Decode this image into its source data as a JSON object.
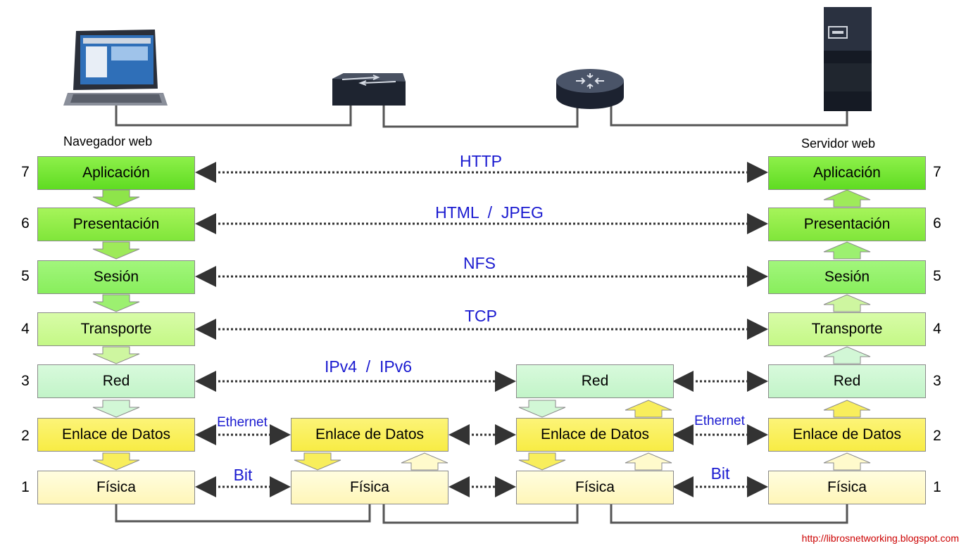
{
  "devices": {
    "browser_label": "Navegador web",
    "server_label": "Servidor web"
  },
  "layers": [
    {
      "num": "7",
      "name": "Aplicación"
    },
    {
      "num": "6",
      "name": "Presentación"
    },
    {
      "num": "5",
      "name": "Sesión"
    },
    {
      "num": "4",
      "name": "Transporte"
    },
    {
      "num": "3",
      "name": "Red"
    },
    {
      "num": "2",
      "name": "Enlace de Datos"
    },
    {
      "num": "1",
      "name": "Física"
    }
  ],
  "protocols": {
    "l7": "HTTP",
    "l6": "HTML  /  JPEG",
    "l5": "NFS",
    "l4": "TCP",
    "l3": "IPv4  /  IPv6",
    "l2_left": "Ethernet",
    "l2_right": "Ethernet",
    "l1_left": "Bit",
    "l1_right": "Bit"
  },
  "footer_url": "http://librosnetworking.blogspot.com",
  "colors": {
    "protocol_text": "#1a1ad0",
    "url_text": "#cc0000",
    "layer7": "#6ee22e",
    "layer6": "#8cea44",
    "layer5": "#94f068",
    "layer4": "#ccf896",
    "layer3": "#ccf6d0",
    "layer2": "#faf05c",
    "layer1": "#fffacc"
  }
}
